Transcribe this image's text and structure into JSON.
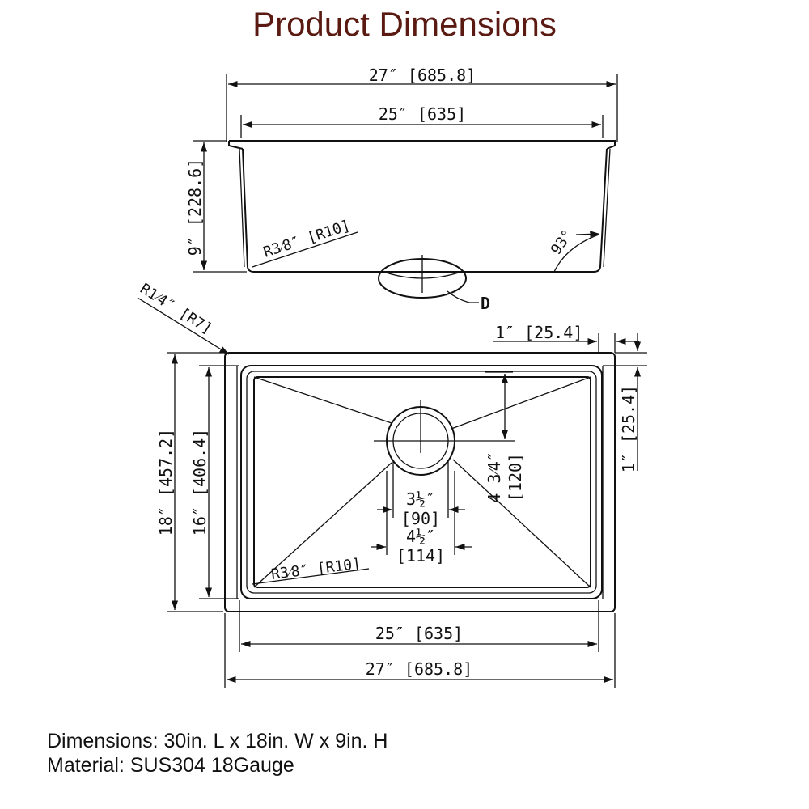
{
  "title": "Product Dimensions",
  "side_view": {
    "overall_width": "27″ [685.8]",
    "bowl_width": "25″ [635]",
    "height": "9″ [228.6]",
    "corner_radius": "R3⁄8″ [R10]",
    "wall_angle": "93°",
    "drain_marker": "D"
  },
  "top_view": {
    "outer_radius": "R1⁄4″ [R7]",
    "flange_width": "1″ [25.4]",
    "flange_depth": "1″ [25.4]",
    "overall_depth": "18″ [457.2]",
    "bowl_depth": "16″ [406.4]",
    "drain_offset_in": "4 3⁄4″",
    "drain_offset_mm": "[120]",
    "drain_inner_in": "3½″",
    "drain_inner_mm": "[90]",
    "drain_outer_in": "4½″",
    "drain_outer_mm": "[114]",
    "bottom_radius": "R3⁄8″ [R10]",
    "bowl_width": "25″ [635]",
    "overall_width": "27″ [685.8]"
  },
  "specs": {
    "dimensions": "Dimensions: 30in. L x 18in. W x 9in. H",
    "material": "Material: SUS304 18Gauge"
  }
}
